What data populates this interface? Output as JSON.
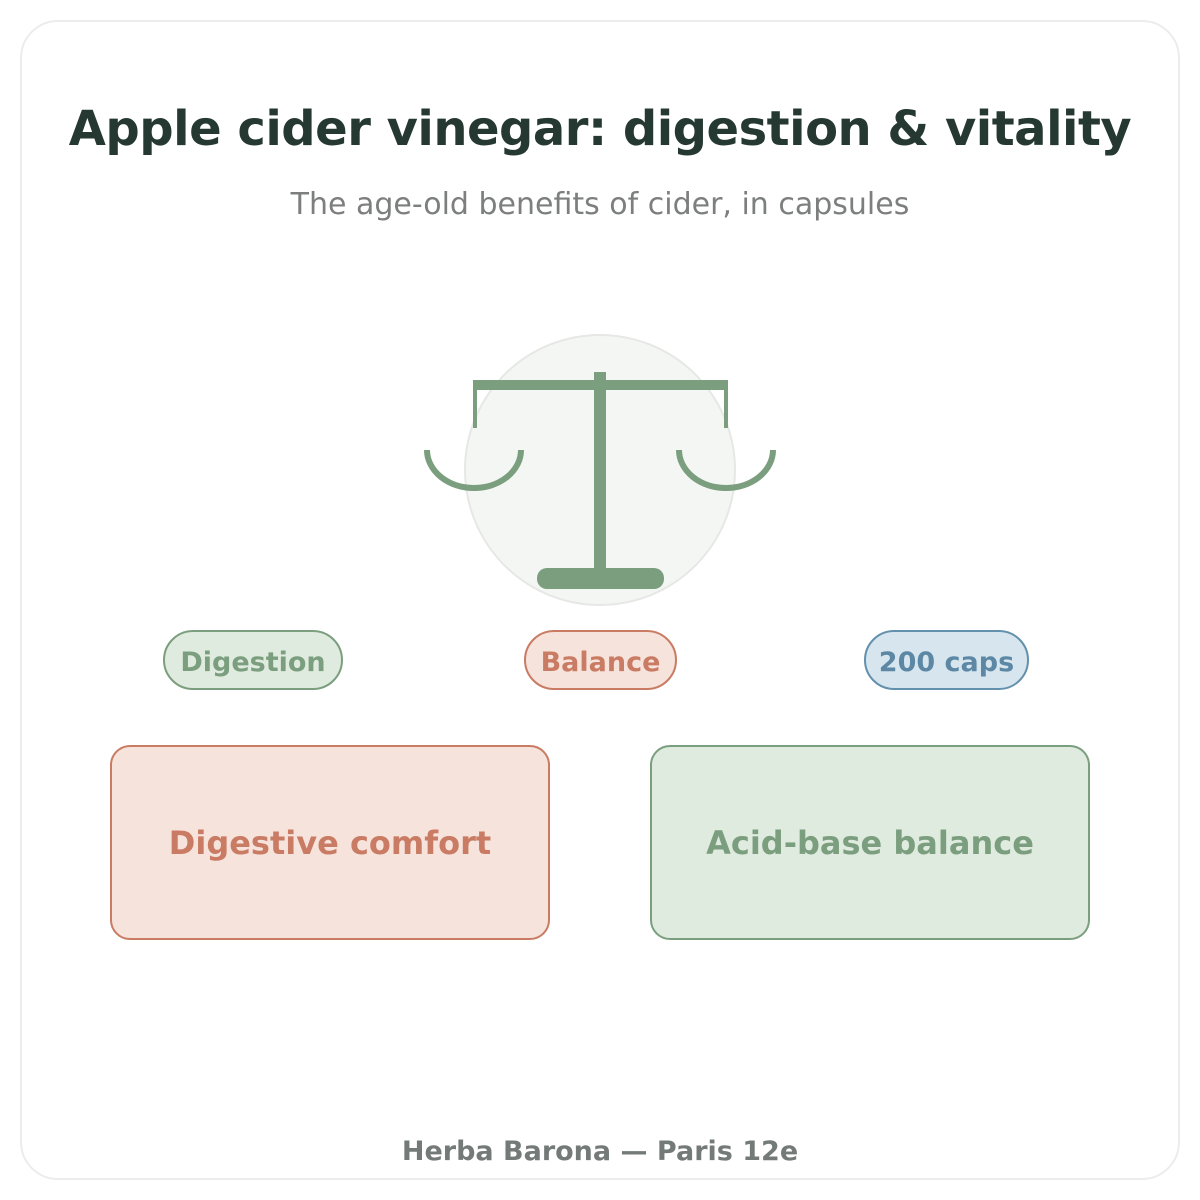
{
  "header": {
    "title": "Apple cider vinegar: digestion & vitality",
    "subtitle": "The age-old benefits of cider, in capsules"
  },
  "emblem": {
    "icon": "balance-scale-icon"
  },
  "tags": [
    {
      "label": "Digestion"
    },
    {
      "label": "Balance"
    },
    {
      "label": "200 caps"
    }
  ],
  "benefits": [
    {
      "label": "Digestive comfort"
    },
    {
      "label": "Acid-base balance"
    }
  ],
  "footer": {
    "text": "Herba Barona — Paris 12e"
  },
  "colors": {
    "sage": "#7a9e7e",
    "terracotta": "#c97b63",
    "steel_blue": "#6290ad",
    "title": "#263832"
  }
}
